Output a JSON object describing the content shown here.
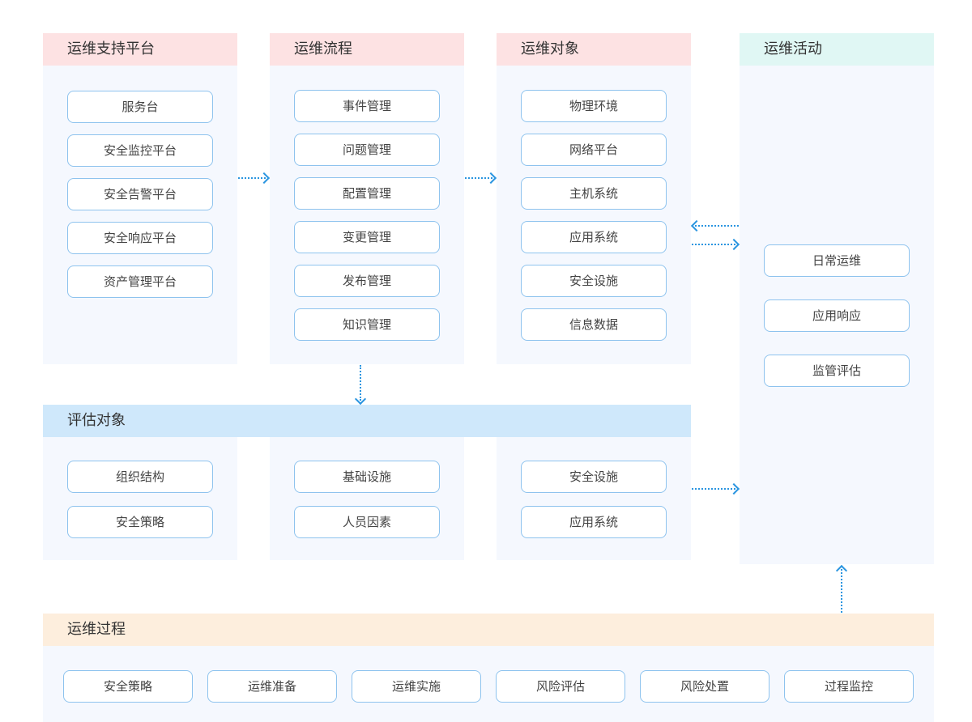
{
  "support_platform": {
    "title": "运维支持平台",
    "items": [
      "服务台",
      "安全监控平台",
      "安全告警平台",
      "安全响应平台",
      "资产管理平台"
    ]
  },
  "ops_flow": {
    "title": "运维流程",
    "items": [
      "事件管理",
      "问题管理",
      "配置管理",
      "变更管理",
      "发布管理",
      "知识管理"
    ]
  },
  "ops_objects": {
    "title": "运维对象",
    "items": [
      "物理环境",
      "网络平台",
      "主机系统",
      "应用系统",
      "安全设施",
      "信息数据"
    ]
  },
  "ops_activities": {
    "title": "运维活动",
    "items": [
      "日常运维",
      "应用响应",
      "监管评估"
    ]
  },
  "eval_objects": {
    "title": "评估对象",
    "col1": [
      "组织结构",
      "安全策略"
    ],
    "col2": [
      "基础设施",
      "人员因素"
    ],
    "col3": [
      "安全设施",
      "应用系统"
    ]
  },
  "ops_process": {
    "title": "运维过程",
    "items": [
      "安全策略",
      "运维准备",
      "运维实施",
      "风险评估",
      "风险处置",
      "过程监控"
    ]
  },
  "colors": {
    "panel_bg": "#f5f8fe",
    "header_pink": "#fde2e3",
    "header_mint": "#e0f7f4",
    "header_blue": "#cfe8fb",
    "header_peach": "#fdeedd",
    "box_border": "#8ec3ee",
    "arrow": "#2a95e0"
  }
}
